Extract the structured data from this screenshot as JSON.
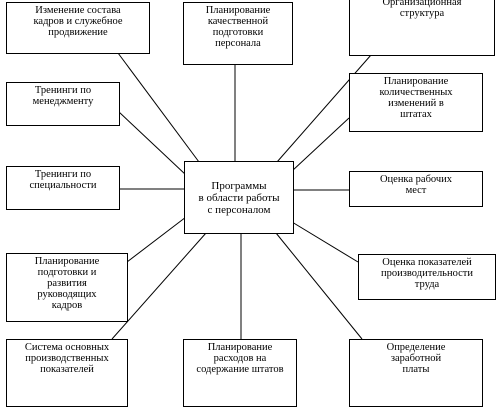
{
  "diagram": {
    "center": {
      "label": "Программы\nв области работы\nс персоналом"
    },
    "nodes": [
      {
        "id": "staff-composition",
        "label": "Изменение состава\nкадров и служебное\nпродвижение"
      },
      {
        "id": "quality-training-planning",
        "label": "Планирование\nкачественной\nподготовки\nперсонала"
      },
      {
        "id": "org-structure",
        "label": "Организационная\nструктура"
      },
      {
        "id": "management-trainings",
        "label": "Тренинги по\nменеджменту"
      },
      {
        "id": "quantitative-planning",
        "label": "Планирование\nколичественных\nизменений в\nштатах"
      },
      {
        "id": "specialty-trainings",
        "label": "Тренинги по\nспециальности"
      },
      {
        "id": "workplace-assessment",
        "label": "Оценка рабочих\nмест"
      },
      {
        "id": "executive-development",
        "label": "Планирование\nподготовки и\nразвития\nруководящих\nкадров"
      },
      {
        "id": "productivity-assessment",
        "label": "Оценка показателей\nпроизводительности\nтруда"
      },
      {
        "id": "production-indicators",
        "label": "Система основных\nпроизводственных\nпоказателей"
      },
      {
        "id": "staff-cost-planning",
        "label": "Планирование\nрасходов на\nсодержание штатов"
      },
      {
        "id": "salary-definition",
        "label": "Определение\nзаработной\nплаты"
      }
    ]
  }
}
